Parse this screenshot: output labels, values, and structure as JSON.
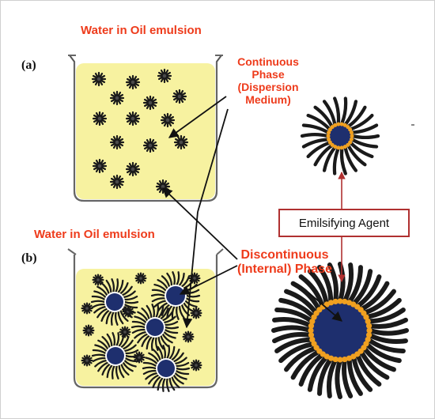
{
  "panel_a": {
    "title": "Water in Oil emulsion",
    "label": "(a)"
  },
  "panel_b": {
    "title": "Water in Oil emulsion",
    "label": "(b)"
  },
  "annotations": {
    "continuous_phase": [
      "Continuous",
      "Phase",
      "(Dispersion",
      "Medium)"
    ],
    "discontinuous_phase": [
      "Discontinuous",
      "(Internal) Phase"
    ]
  },
  "agent_box": {
    "label": "Emilsifying Agent"
  },
  "colors": {
    "title_red": "#ee3b1b",
    "oil_yellow": "#f7f2a0",
    "droplet_navy": "#1e2f6e",
    "surfactant_head": "#f0a020",
    "tail_black": "#1a1a1a",
    "agent_arrow": "#b03030"
  }
}
